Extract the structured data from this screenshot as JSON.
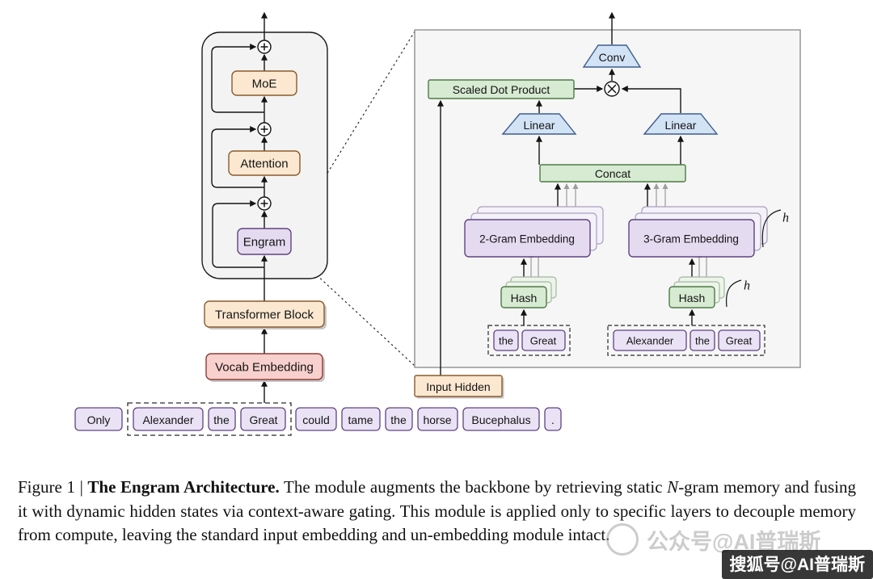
{
  "backbone": {
    "moe": "MoE",
    "attention": "Attention",
    "engram": "Engram",
    "transformer_block": "Transformer Block",
    "vocab_embedding": "Vocab Embedding",
    "tokens": [
      "Only",
      "Alexander",
      "the",
      "Great",
      "could",
      "tame",
      "the",
      "horse",
      "Bucephalus",
      "."
    ]
  },
  "detail": {
    "conv": "Conv",
    "scaled_dot_product": "Scaled Dot Product",
    "linear": "Linear",
    "concat": "Concat",
    "two_gram_embedding": "2-Gram Embedding",
    "three_gram_embedding": "3-Gram Embedding",
    "hash": "Hash",
    "h_label": "h",
    "input_hidden": "Input Hidden",
    "bigram_tokens": [
      "the",
      "Great"
    ],
    "trigram_tokens": [
      "Alexander",
      "the",
      "Great"
    ]
  },
  "caption": {
    "figure_label": "Figure 1 | ",
    "title_bold": "The Engram Architecture.",
    "body_1": " The module augments the backbone by retrieving static ",
    "n_italic": "N",
    "body_2": "-gram memory and fusing it with dynamic hidden states via context-aware gating. This module is applied only to specific layers to decouple memory from compute, leaving the standard input embedding and un-embedding module intact."
  },
  "watermarks": {
    "faint": "公众号@AI普瑞斯",
    "solid": "搜狐号@AI普瑞斯"
  },
  "colors": {
    "module_orange": "#FCE8D1",
    "memory_purple": "#E5DBF0",
    "operator_green": "#D7EAD2",
    "projection_blue": "#D3E3F6",
    "embedding_pink": "#F8D0CD",
    "panel_gray": "#F6F6F6"
  }
}
